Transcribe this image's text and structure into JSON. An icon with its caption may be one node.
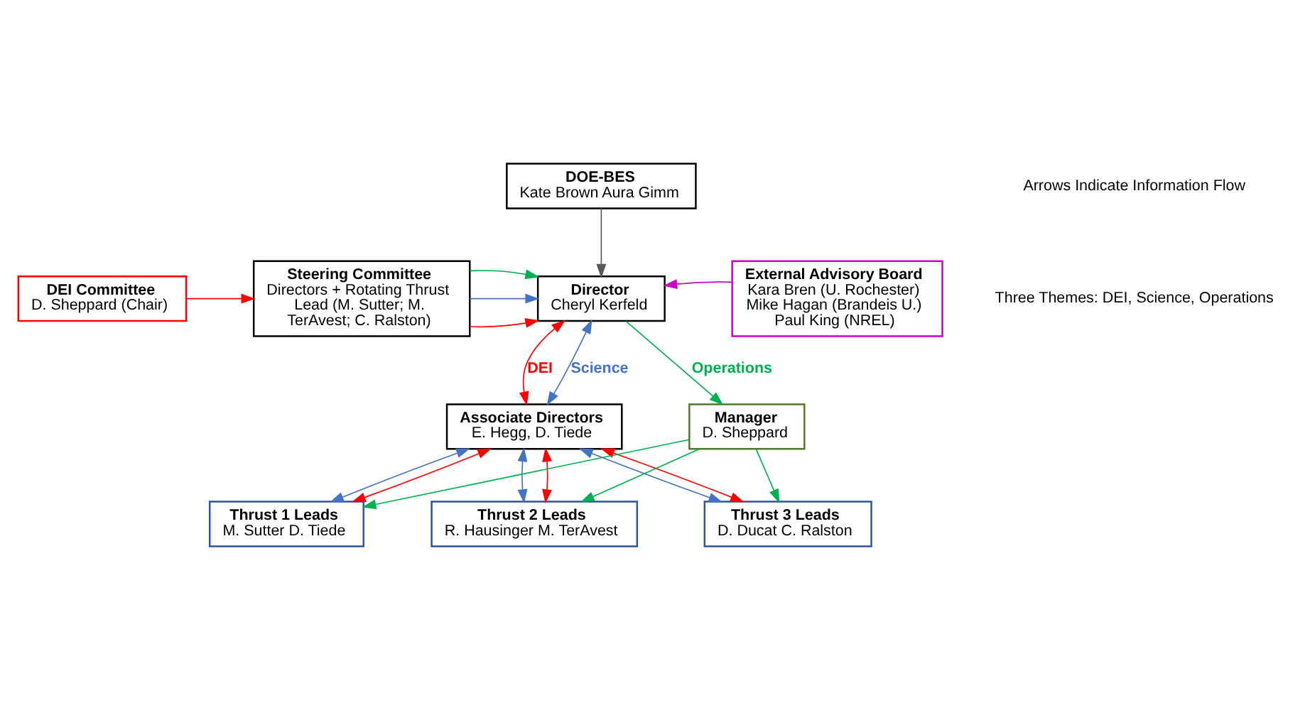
{
  "diagram": {
    "nodes": [
      {
        "text": [
          "DOE-BES",
          "Kate Brown Aura Gimm"
        ]
      },
      {
        "text": [
          "DEI Committee",
          "D. Sheppard (Chair)"
        ]
      },
      {
        "text": [
          "Steering Committee",
          "Directors + Rotating Thrust Lead (M. Sutter; M. TerAvest; C. Ralston)"
        ]
      },
      {
        "text": [
          "Director",
          "Cheryl Kerfeld"
        ]
      },
      {
        "text": [
          "External Advisory Board",
          "Kara Bren (U. Rochester) Mike Hagan (Brandeis U.) Paul King (NREL)"
        ]
      },
      {
        "text": [
          "Associate Directors",
          "E. Hegg, D. Tiede"
        ]
      },
      {
        "text": [
          "Manager",
          "D. Sheppard"
        ]
      },
      {
        "text": [
          "Thrust 1 Leads",
          "M. Sutter D. Tiede"
        ]
      },
      {
        "text": [
          "Thrust 2 Leads",
          "R. Hausinger M. TerAvest"
        ]
      },
      {
        "text": [
          "Thrust 3 Leads",
          "D. Ducat C. Ralston"
        ]
      }
    ],
    "edges": [
      {
        "from": 0,
        "to": 3,
        "arrow": "to",
        "color": "#595959"
      },
      {
        "from": 1,
        "to": 2,
        "arrow": "to",
        "color": "#ff0000"
      },
      {
        "from": 2,
        "to": 3,
        "arrow": "to",
        "color": "#ff0000"
      },
      {
        "from": 2,
        "to": 3,
        "arrow": "to",
        "color": "#4472c4"
      },
      {
        "from": 2,
        "to": 3,
        "arrow": "to",
        "color": "#00b050"
      },
      {
        "from": 4,
        "to": 3,
        "arrow": "to",
        "color": "#cc00cc"
      },
      {
        "from": 3,
        "to": 5,
        "arrow": "both",
        "color": "#4472c4",
        "label": "Science"
      },
      {
        "from": 3,
        "to": 5,
        "arrow": "both",
        "color": "#ff0000",
        "label": "DEI"
      },
      {
        "from": 3,
        "to": 6,
        "arrow": "to",
        "color": "#00b050",
        "label": "Operations"
      },
      {
        "from": 5,
        "to": 7,
        "arrow": "both",
        "color": "#4472c4"
      },
      {
        "from": 5,
        "to": 8,
        "arrow": "both",
        "color": "#4472c4"
      },
      {
        "from": 5,
        "to": 9,
        "arrow": "both",
        "color": "#4472c4"
      },
      {
        "from": 5,
        "to": 7,
        "arrow": "both",
        "color": "#ff0000"
      },
      {
        "from": 5,
        "to": 8,
        "arrow": "both",
        "color": "#ff0000"
      },
      {
        "from": 5,
        "to": 9,
        "arrow": "both",
        "color": "#ff0000"
      },
      {
        "from": 6,
        "to": 7,
        "arrow": "to",
        "color": "#00b050"
      },
      {
        "from": 6,
        "to": 8,
        "arrow": "to",
        "color": "#00b050"
      },
      {
        "from": 6,
        "to": 9,
        "arrow": "to",
        "color": "#00b050"
      }
    ],
    "labels": [
      "Arrows Indicate Information Flow",
      "Three Themes: DEI, Science, Operations"
    ]
  }
}
